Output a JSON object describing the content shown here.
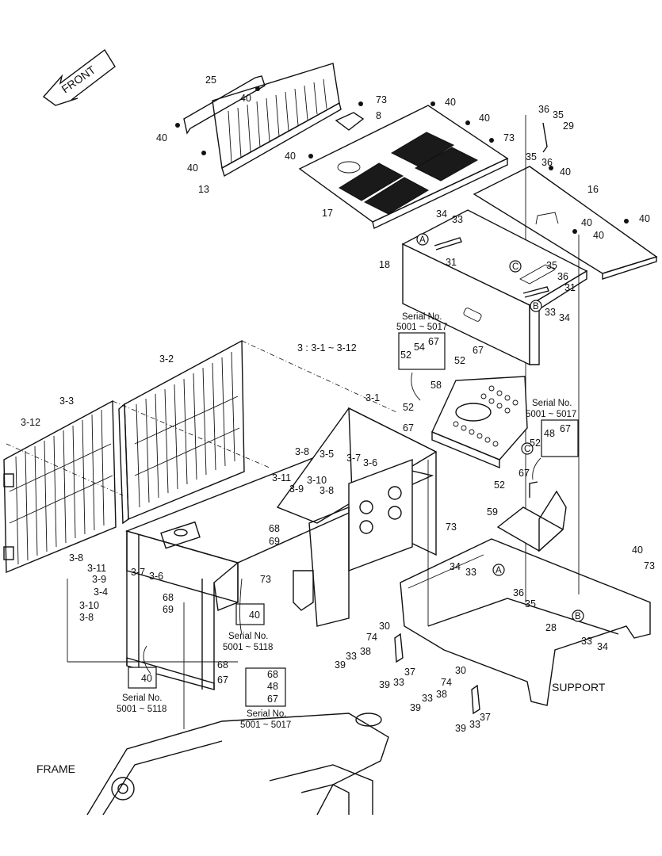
{
  "front_arrow": "FRONT",
  "section_labels": {
    "frame": "FRAME",
    "support": "SUPPORT",
    "group_note": "3 : 3-1 ~ 3-12"
  },
  "serial_notes": {
    "s1_title": "Serial No.",
    "s1_range": "5001 ~ 5017",
    "s2_title": "Serial No.",
    "s2_range": "5001 ~ 5017",
    "s3_title": "Serial No.",
    "s3_range": "5001 ~ 5118",
    "s4_title": "Serial No.",
    "s4_range": "5001 ~ 5118",
    "s5_title": "Serial No.",
    "s5_range": "5001 ~ 5017"
  },
  "refs": {
    "A": "A",
    "B": "B",
    "C": "C"
  },
  "part_numbers": {
    "p25": "25",
    "p40a": "40",
    "p40b": "40",
    "p40c": "40",
    "p13": "13",
    "p73a": "73",
    "p8": "8",
    "p40d": "40",
    "p40e": "40",
    "p73b": "73",
    "p40f": "40",
    "p17": "17",
    "p36a": "36",
    "p35a": "35",
    "p29": "29",
    "p35b": "35",
    "p36b": "36",
    "p40g": "40",
    "p16": "16",
    "p40h": "40",
    "p40i": "40",
    "p40j": "40",
    "p34a": "34",
    "p33a": "33",
    "p31a": "31",
    "p18": "18",
    "p35c": "35",
    "p36c": "36",
    "p31b": "31",
    "p33b": "33",
    "p34b": "34",
    "p54": "54",
    "p67a": "67",
    "p52a": "52",
    "p67b": "67",
    "p52b": "52",
    "p58": "58",
    "p52c": "52",
    "p67c": "67",
    "p48a": "48",
    "p67d": "67",
    "p52d": "52",
    "p52e": "52",
    "p67e": "67",
    "p59": "59",
    "p3_2": "3-2",
    "p3_3": "3-3",
    "p3_12": "3-12",
    "p3_1": "3-1",
    "p3_8a": "3-8",
    "p3_5": "3-5",
    "p3_7a": "3-7",
    "p3_6a": "3-6",
    "p3_11a": "3-11",
    "p3_10a": "3-10",
    "p3_9a": "3-9",
    "p3_8b": "3-8",
    "p73c": "73",
    "p68a": "68",
    "p69a": "69",
    "p3_8c": "3-8",
    "p3_11b": "3-11",
    "p3_9b": "3-9",
    "p3_4": "3-4",
    "p3_10b": "3-10",
    "p3_8d": "3-8",
    "p3_7b": "3-7",
    "p3_6b": "3-6",
    "p73d": "73",
    "p68b": "68",
    "p69b": "69",
    "p40k": "40",
    "p40l": "40",
    "p68c": "68",
    "p67f": "67",
    "p68d": "68",
    "p48b": "48",
    "p67g": "67",
    "p40m": "40",
    "p73e": "73",
    "p34c": "34",
    "p33c": "33",
    "p36d": "36",
    "p35d": "35",
    "p28": "28",
    "p33d": "33",
    "p34d": "34",
    "p30a": "30",
    "p74a": "74",
    "p33e": "33",
    "p38a": "38",
    "p39a": "39",
    "p37a": "37",
    "p39b": "39",
    "p33f": "33",
    "p30b": "30",
    "p74b": "74",
    "p33g": "33",
    "p38b": "38",
    "p39c": "39",
    "p39d": "39",
    "p33h": "33",
    "p37b": "37"
  }
}
